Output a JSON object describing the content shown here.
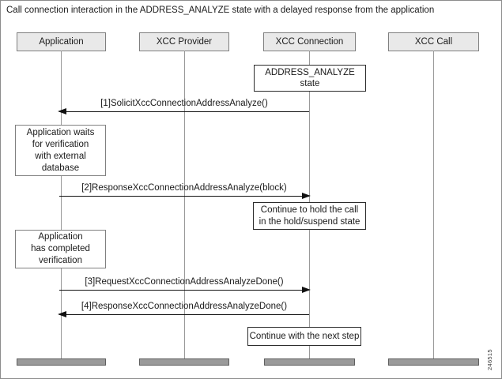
{
  "title": "Call connection interaction in the ADDRESS_ANALYZE state with a delayed response from the application",
  "figure_id": "246515",
  "actors": [
    {
      "label": "Application"
    },
    {
      "label": "XCC Provider"
    },
    {
      "label": "XCC Connection"
    },
    {
      "label": "XCC Call"
    }
  ],
  "state_box": {
    "text": "ADDRESS_ANALYZE\nstate"
  },
  "notes": [
    {
      "text": "Application waits\nfor verification\nwith external\ndatabase"
    },
    {
      "text": "Continue to hold the call\nin the hold/suspend state"
    },
    {
      "text": "Application\nhas completed\nverification"
    },
    {
      "text": "Continue with the next step"
    }
  ],
  "messages": [
    {
      "label": "[1]SolicitXccConnectionAddressAnalyze()",
      "from": "XCC Connection",
      "to": "Application"
    },
    {
      "label": "[2]ResponseXccConnectionAddressAnalyze(block)",
      "from": "Application",
      "to": "XCC Connection"
    },
    {
      "label": "[3]RequestXccConnectionAddressAnalyzeDone()",
      "from": "Application",
      "to": "XCC Connection"
    },
    {
      "label": "[4]ResponseXccConnectionAddressAnalyzeDone()",
      "from": "XCC Connection",
      "to": "Application"
    }
  ],
  "colors": {
    "actor_fill": "#e9e9e9",
    "actor_border": "#7f7f7f",
    "lifeline": "#999999",
    "line": "#111111",
    "note_border": "#808080",
    "endbar_fill": "#9a9a9a",
    "endbar_border": "#5f5f5f",
    "frame_border": "#8c8c8c"
  }
}
